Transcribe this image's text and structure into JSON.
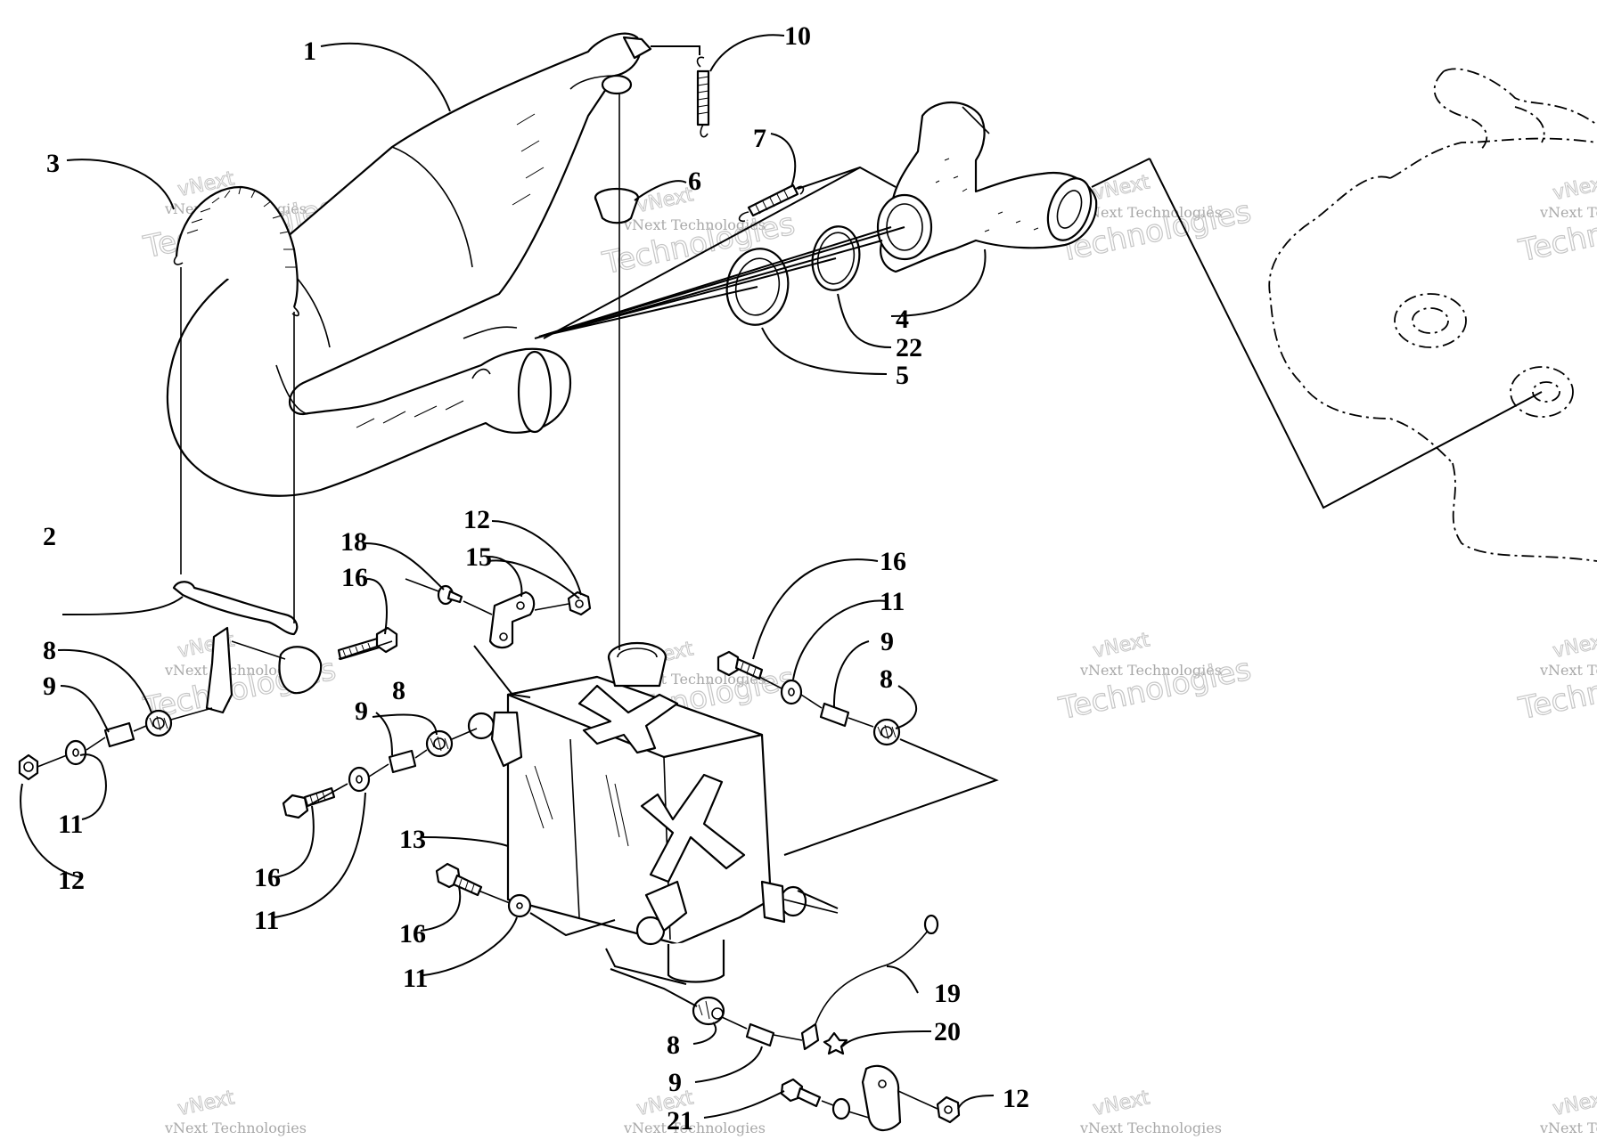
{
  "watermark": {
    "brand": "vNext",
    "line1": "vNext Technologies",
    "line2": "Technologies"
  },
  "callouts": [
    {
      "id": "1",
      "label": "1"
    },
    {
      "id": "2",
      "label": "2"
    },
    {
      "id": "3",
      "label": "3"
    },
    {
      "id": "4",
      "label": "4"
    },
    {
      "id": "5",
      "label": "5"
    },
    {
      "id": "6",
      "label": "6"
    },
    {
      "id": "7",
      "label": "7"
    },
    {
      "id": "8a",
      "label": "8"
    },
    {
      "id": "8b",
      "label": "8"
    },
    {
      "id": "8c",
      "label": "8"
    },
    {
      "id": "8d",
      "label": "8"
    },
    {
      "id": "9a",
      "label": "9"
    },
    {
      "id": "9b",
      "label": "9"
    },
    {
      "id": "9c",
      "label": "9"
    },
    {
      "id": "9d",
      "label": "9"
    },
    {
      "id": "10",
      "label": "10"
    },
    {
      "id": "11a",
      "label": "11"
    },
    {
      "id": "11b",
      "label": "11"
    },
    {
      "id": "11c",
      "label": "11"
    },
    {
      "id": "11d",
      "label": "11"
    },
    {
      "id": "12a",
      "label": "12"
    },
    {
      "id": "12b",
      "label": "12"
    },
    {
      "id": "12c",
      "label": "12"
    },
    {
      "id": "13",
      "label": "13"
    },
    {
      "id": "15",
      "label": "15"
    },
    {
      "id": "16a",
      "label": "16"
    },
    {
      "id": "16b",
      "label": "16"
    },
    {
      "id": "16c",
      "label": "16"
    },
    {
      "id": "16d",
      "label": "16"
    },
    {
      "id": "18",
      "label": "18"
    },
    {
      "id": "19",
      "label": "19"
    },
    {
      "id": "20",
      "label": "20"
    },
    {
      "id": "21",
      "label": "21"
    },
    {
      "id": "22",
      "label": "22"
    }
  ]
}
